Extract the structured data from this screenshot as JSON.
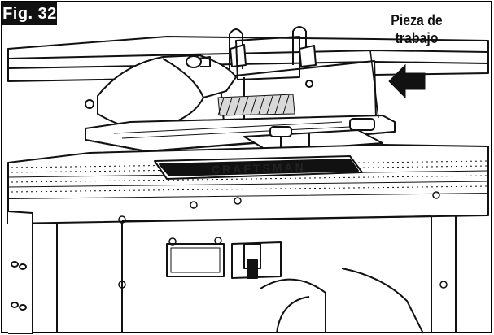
{
  "figure": {
    "label": "Fig. 32",
    "callout_line1": "Pieza de",
    "callout_line2": "trabajo",
    "brand_text": "CRAFTSMAN"
  },
  "colors": {
    "ink": "#111111",
    "shade": "#d9d9d9",
    "paper": "#ffffff"
  }
}
